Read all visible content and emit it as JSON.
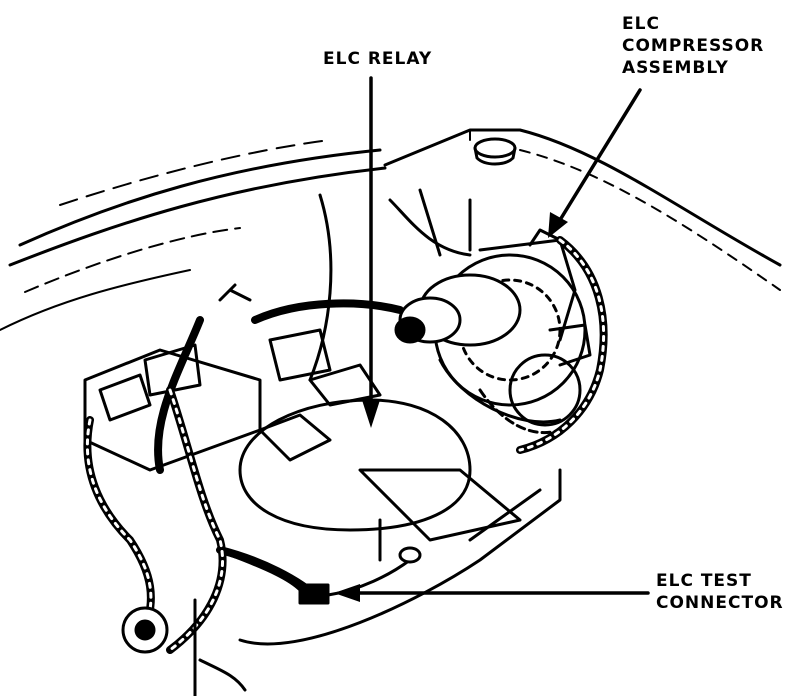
{
  "labels": {
    "relay": [
      "ELC RELAY"
    ],
    "compressor": [
      "ELC",
      "COMPRESSOR",
      "ASSEMBLY"
    ],
    "test_connector": [
      "ELC TEST",
      "CONNECTOR"
    ]
  },
  "colors": {
    "ink": "#000000",
    "paper": "#ffffff"
  }
}
